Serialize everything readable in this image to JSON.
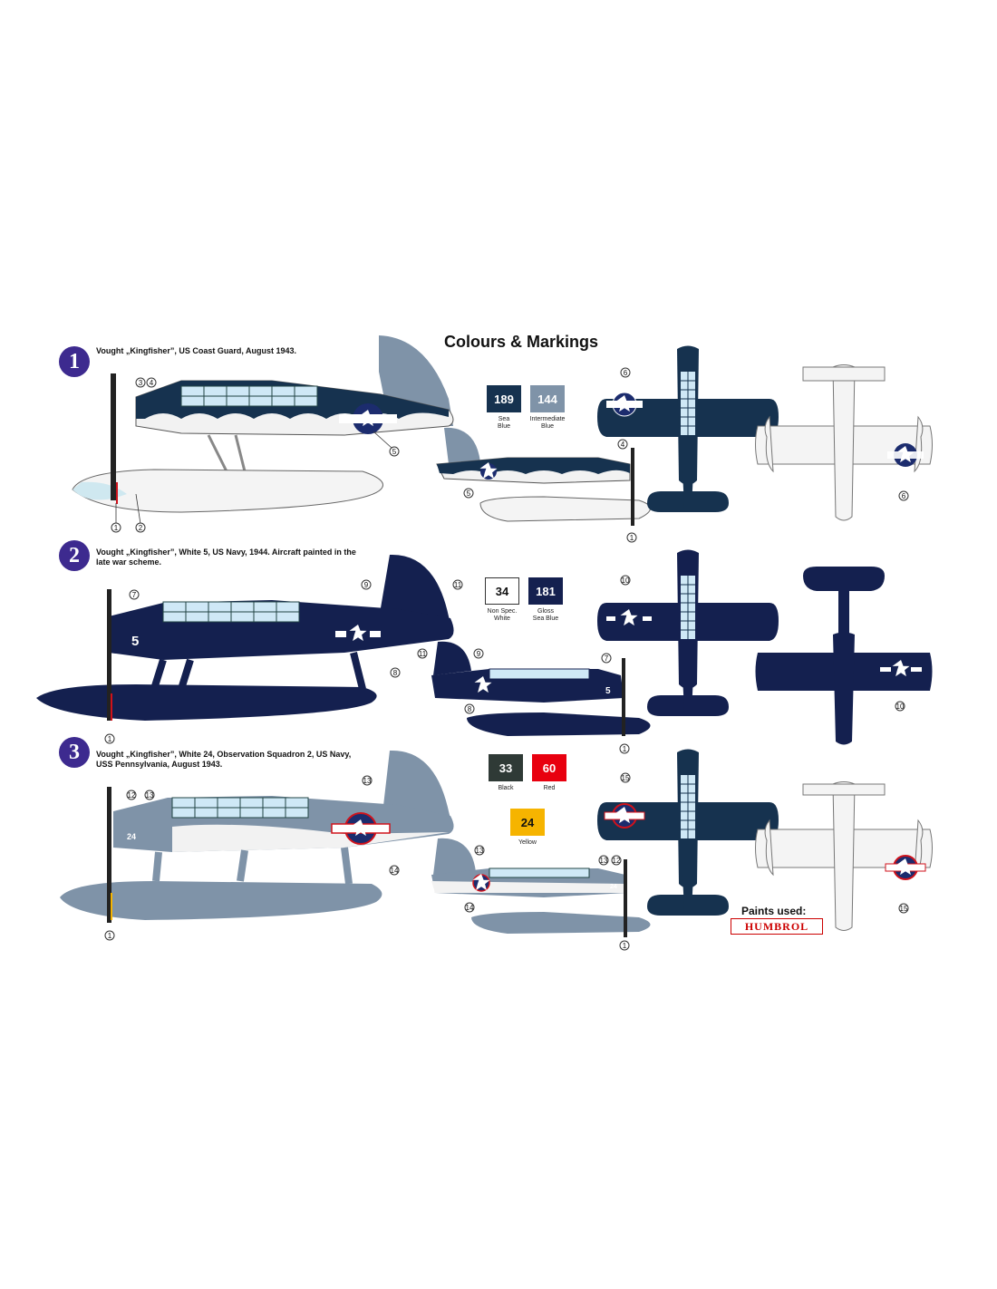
{
  "title": "Colours & Markings",
  "schemes": [
    {
      "number": "1",
      "caption_line1": "Vought „Kingfisher”, US Coast Guard,  August 1943.",
      "caption_line2": ""
    },
    {
      "number": "2",
      "caption_line1": "Vought „Kingfisher”, White 5, US Navy, 1944. Aircraft painted in the",
      "caption_line2": "late war scheme."
    },
    {
      "number": "3",
      "caption_line1": "Vought „Kingfisher”, White 24, Observation Squadron 2, US Navy,",
      "caption_line2": "USS Pennsylvania, August 1943."
    }
  ],
  "swatches": [
    {
      "code": "189",
      "label_line1": "Sea",
      "label_line2": "Blue",
      "color": "#16324f",
      "text_color": "#ffffff"
    },
    {
      "code": "144",
      "label_line1": "Intermediate",
      "label_line2": "Blue",
      "color": "#7f93a8",
      "text_color": "#ffffff"
    },
    {
      "code": "34",
      "label_line1": "Non Spec.",
      "label_line2": "White",
      "color": "#ffffff",
      "text_color": "#111111"
    },
    {
      "code": "181",
      "label_line1": "Gloss",
      "label_line2": "Sea Blue",
      "color": "#14204f",
      "text_color": "#ffffff"
    },
    {
      "code": "33",
      "label_line1": "Black",
      "label_line2": "",
      "color": "#2f3a36",
      "text_color": "#ffffff"
    },
    {
      "code": "60",
      "label_line1": "Red",
      "label_line2": "",
      "color": "#e8000f",
      "text_color": "#ffffff"
    },
    {
      "code": "24",
      "label_line1": "Yellow",
      "label_line2": "",
      "color": "#f6b400",
      "text_color": "#111111"
    }
  ],
  "aircraft_codes": {
    "white5": "5",
    "white24": "24"
  },
  "callouts": [
    "1",
    "2",
    "3",
    "4",
    "5",
    "6",
    "7",
    "8",
    "9",
    "10",
    "11",
    "12",
    "13",
    "14",
    "15"
  ],
  "paints_used_label": "Paints used:",
  "brand": "HUMBROL",
  "colors": {
    "badge": "#3d2a8f",
    "sea_blue": "#16324f",
    "gloss_sea_blue": "#14204f",
    "intermediate_blue": "#7f93a8",
    "white": "#f2f2f2",
    "insignia_blue": "#1c2c6e",
    "insignia_red": "#d0121b"
  }
}
